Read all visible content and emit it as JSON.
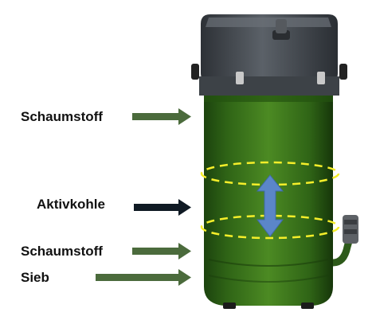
{
  "labels": [
    {
      "id": "foam-top",
      "text": "Schaumstoff"
    },
    {
      "id": "carbon",
      "text": "Aktivkohle"
    },
    {
      "id": "foam-bottom",
      "text": "Schaumstoff"
    },
    {
      "id": "sieve",
      "text": "Sieb"
    }
  ],
  "colors": {
    "canister_body": "#3f7a1f",
    "canister_dark": "#1f4a10",
    "head": "#4a4f55",
    "pointer_arrow": "#4b6b3c",
    "carbon_arrow": "#101a24",
    "zone_marker": "#f5ee2a",
    "double_arrow": "#5b86c8"
  },
  "icons": {
    "pointer": "arrow-right-icon",
    "zone_size": "double-arrow-vertical-icon"
  }
}
